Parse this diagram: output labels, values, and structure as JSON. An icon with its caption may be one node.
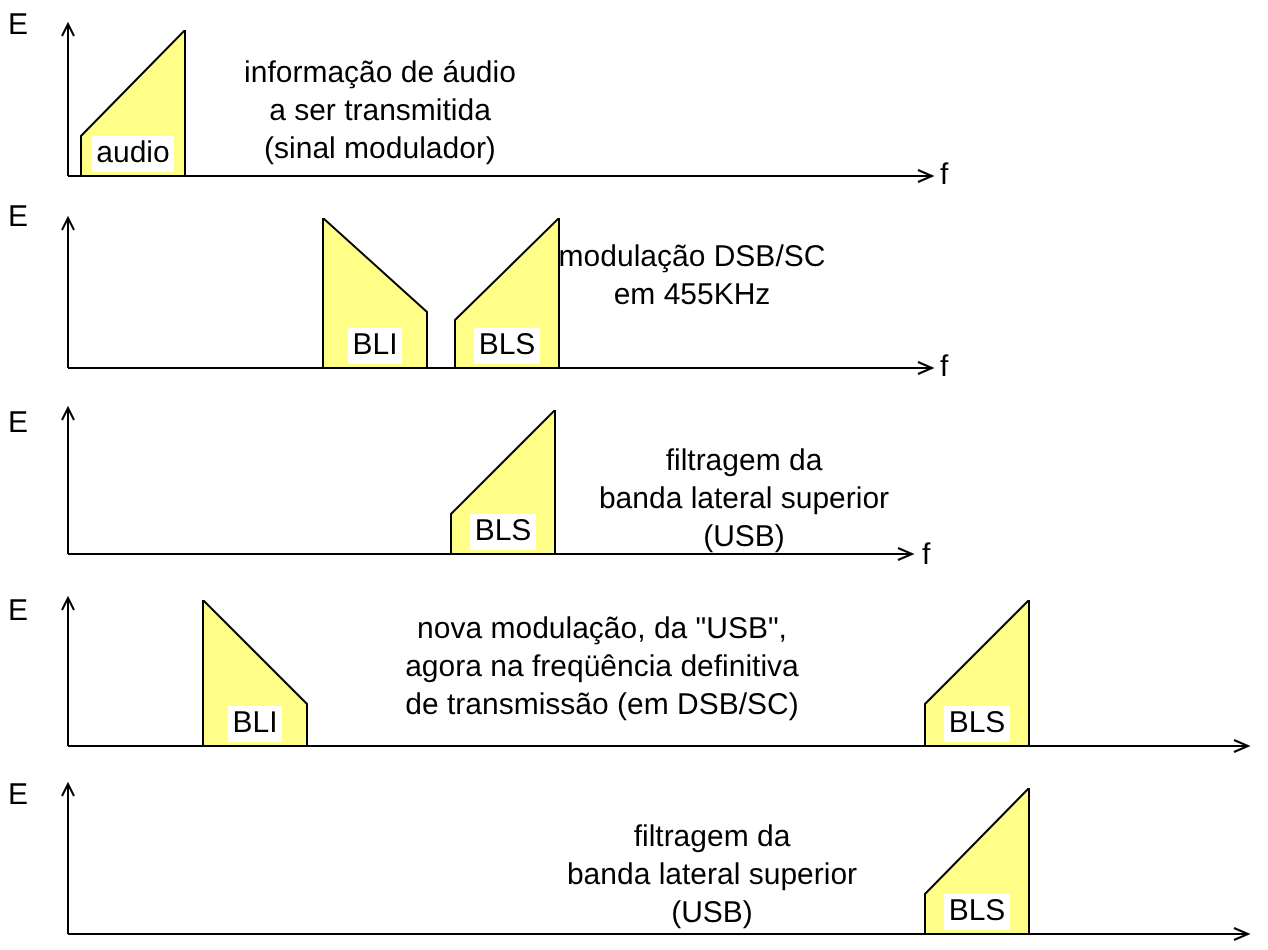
{
  "diagram": {
    "nodes": [
      {
        "text": [
          "audio"
        ]
      },
      {
        "text": [
          "BLI"
        ]
      },
      {
        "text": [
          "BLS"
        ]
      },
      {
        "text": [
          "BLS"
        ]
      },
      {
        "text": [
          "BLI"
        ]
      },
      {
        "text": [
          "BLS"
        ]
      },
      {
        "text": [
          "BLS"
        ]
      }
    ],
    "labels": [
      "E",
      "informação de áudio a ser transmitida (sinal modulador)",
      "f",
      "E",
      "modulação DSB/SC em 455KHz",
      "f",
      "E",
      "filtragem da banda lateral superior (USB)",
      "f",
      "E",
      "nova modulação, da \"USB\", agora na freqüência definitiva de transmissão (em DSB/SC)",
      "E",
      "filtragem da banda lateral superior (USB)"
    ]
  }
}
